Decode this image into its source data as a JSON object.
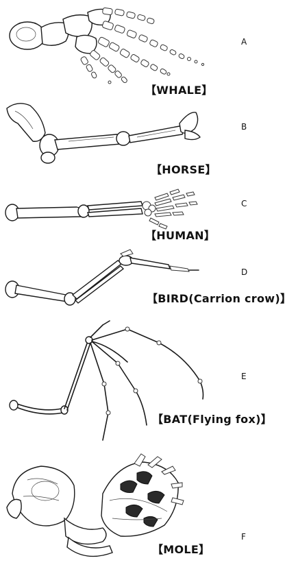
{
  "panels": [
    {
      "letter": "A",
      "animal": "【WHALE】"
    },
    {
      "letter": "B",
      "animal": "【HORSE】"
    },
    {
      "letter": "C",
      "animal": "【HUMAN】"
    },
    {
      "letter": "D",
      "animal": "【BIRD(Carrion crow)】"
    },
    {
      "letter": "E",
      "animal": "【BAT(Flying fox)】"
    },
    {
      "letter": "F",
      "animal": "【MOLE】"
    }
  ]
}
